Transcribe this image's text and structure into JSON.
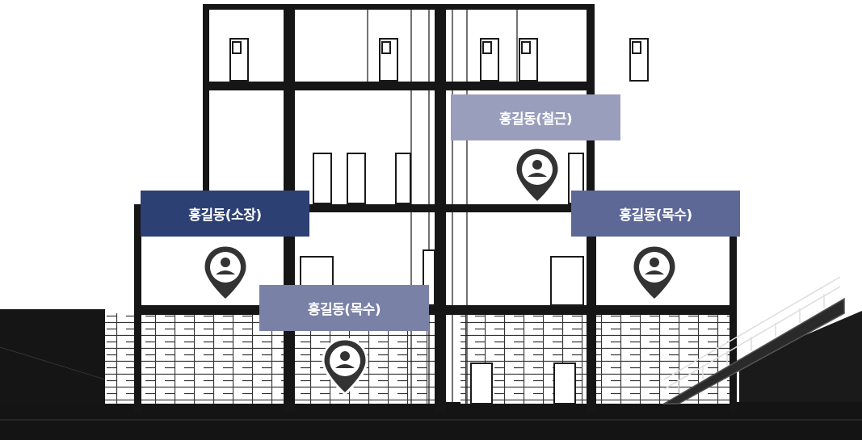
{
  "workers": [
    {
      "name": "홍길동(철근)",
      "color": "#9a9ebd"
    },
    {
      "name": "홍길동(소장)",
      "color": "#2d4074"
    },
    {
      "name": "홍길동(목수)",
      "color": "#5d6896"
    },
    {
      "name": "홍길동(목수)",
      "color": "#7a81a6"
    }
  ],
  "colors": {
    "structure": "#161616",
    "ground": "#121212",
    "pin": "#333333",
    "pin_inner": "#ffffff"
  },
  "icons": {
    "location_pin": "person-location-pin-icon"
  }
}
